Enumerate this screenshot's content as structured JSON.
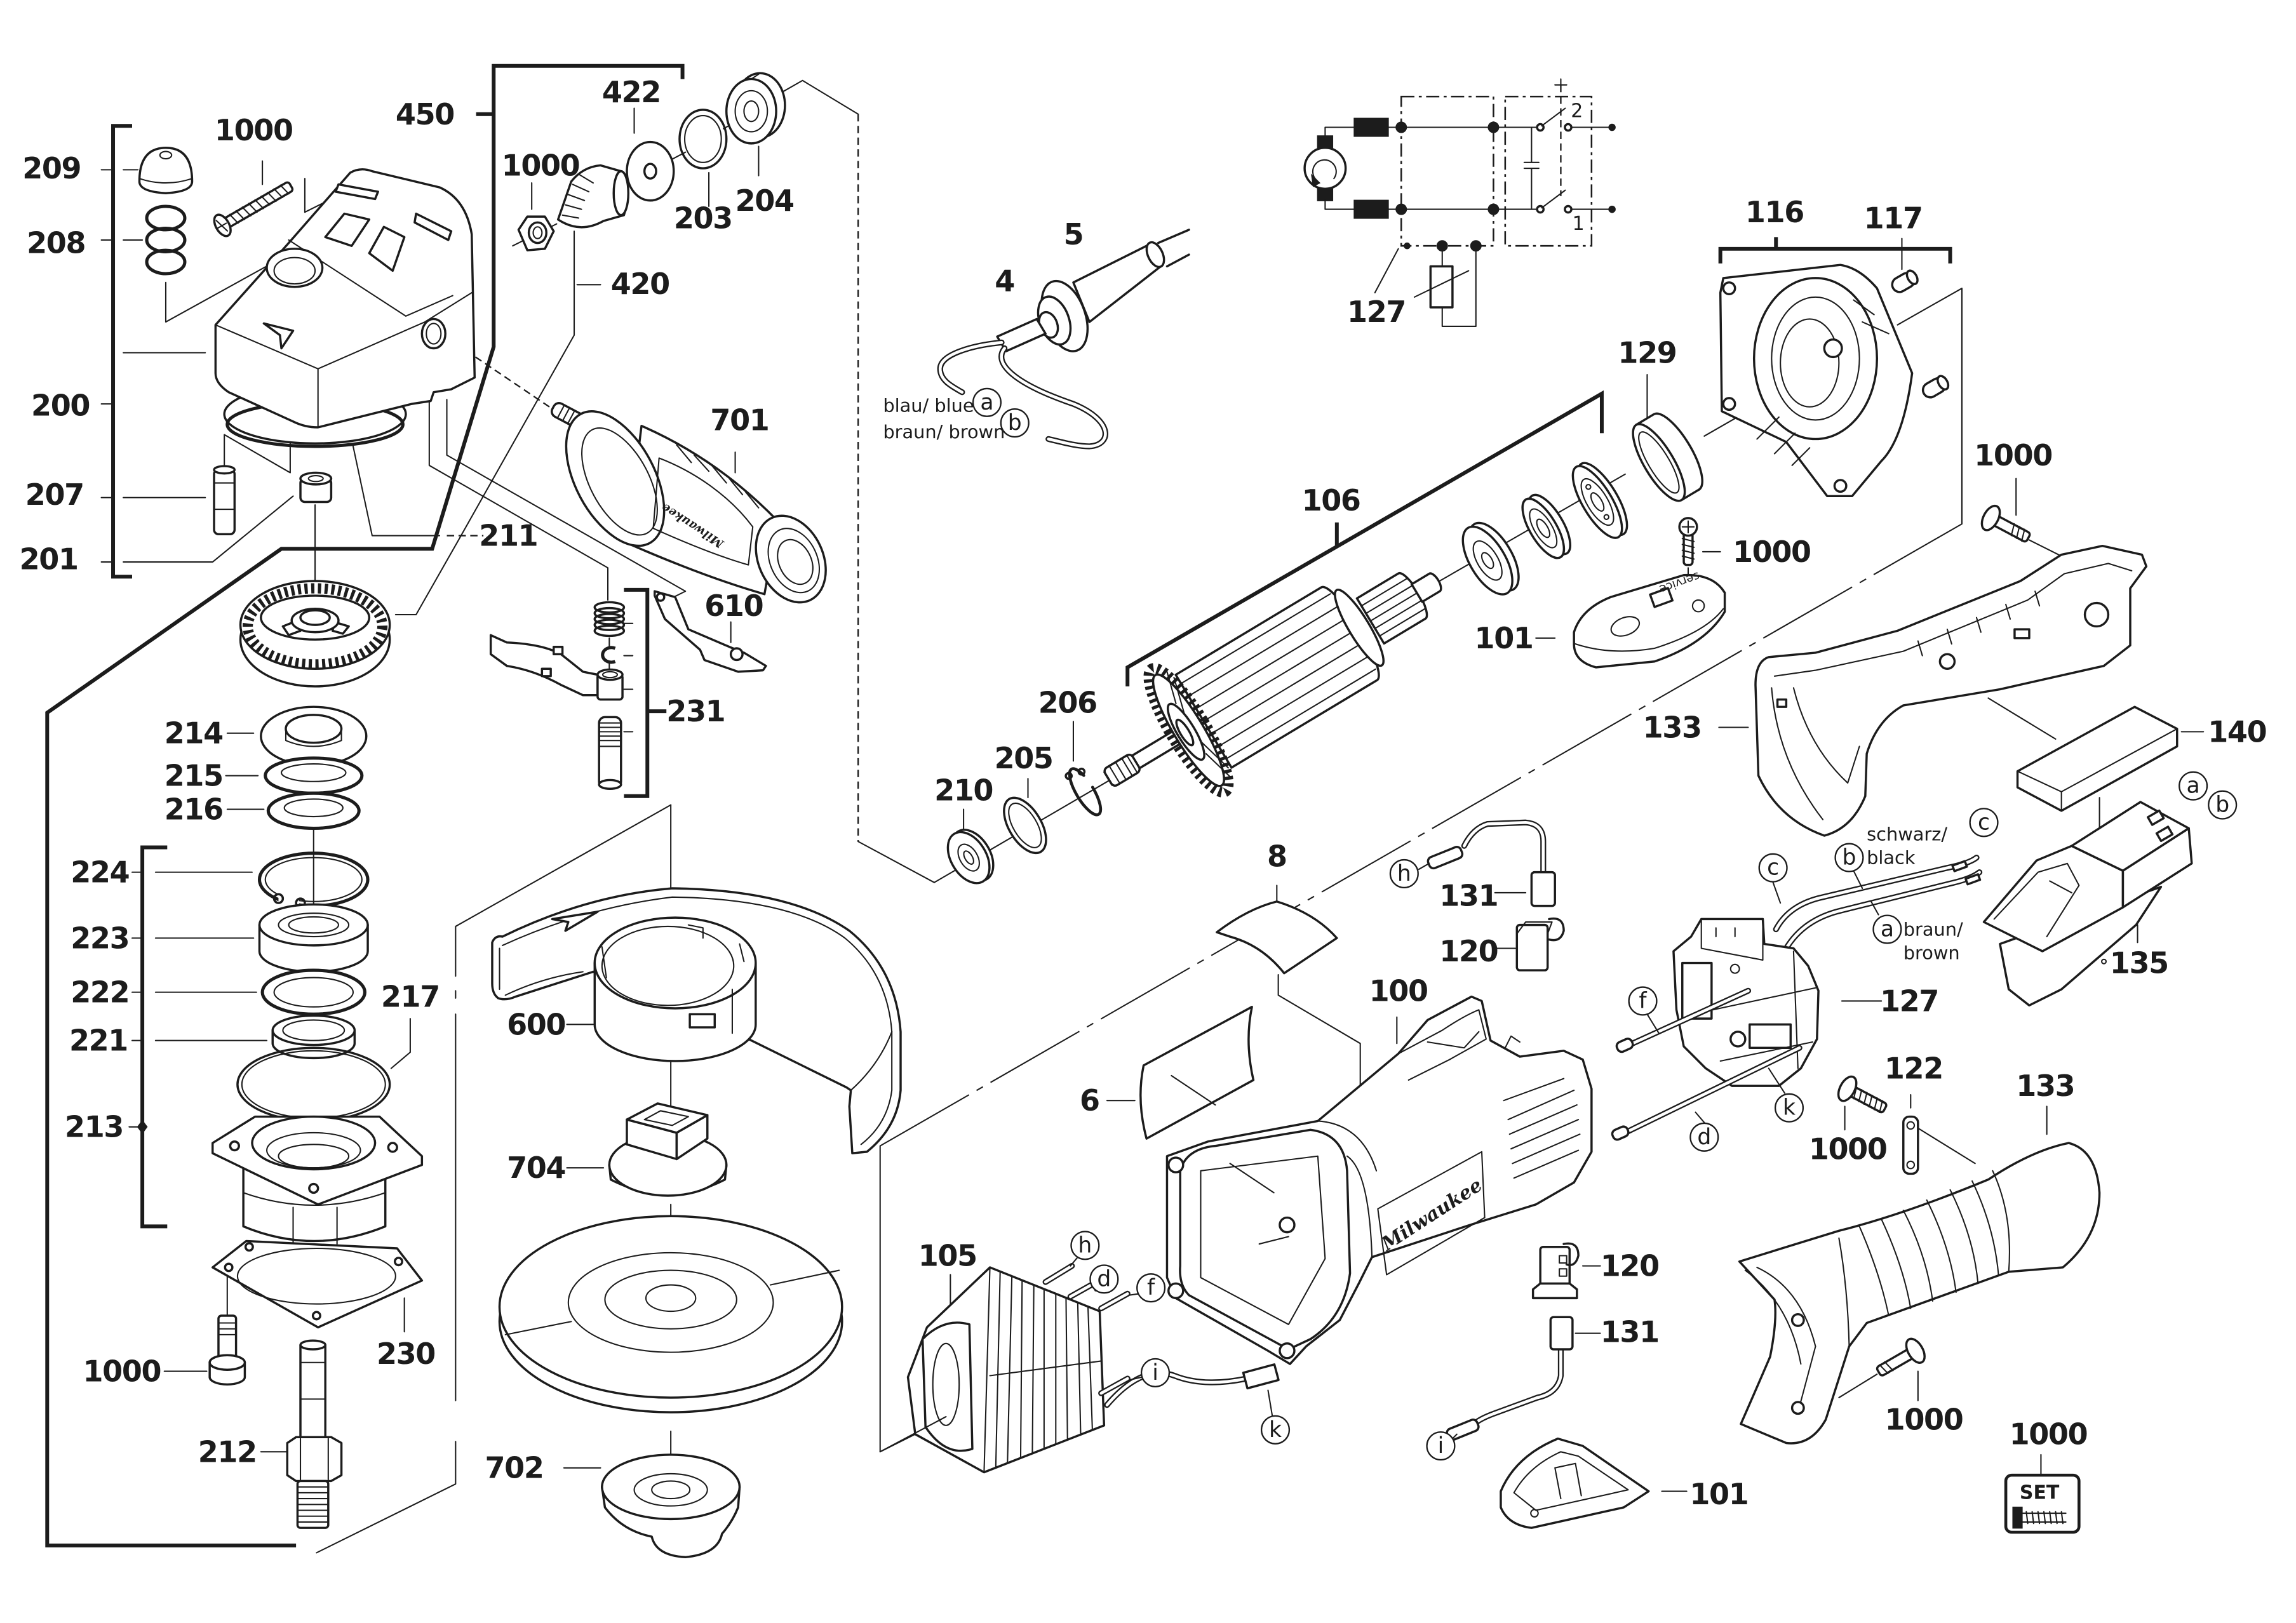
{
  "figure": {
    "brand_logo_housing": "Milwaukee",
    "brand_logo_side_handle": "Milwaukee",
    "service_cover_text": "service",
    "set_badge_text": "SET"
  },
  "callouts": [
    "209",
    "1000",
    "208",
    "200",
    "207",
    "201",
    "450",
    "422",
    "1000",
    "203",
    "204",
    "420",
    "701",
    "211",
    "610",
    "231",
    "214",
    "215",
    "216",
    "224",
    "223",
    "222",
    "221",
    "217",
    "213",
    "600",
    "704",
    "1000",
    "230",
    "212",
    "702",
    "4",
    "5",
    "127",
    "106",
    "129",
    "116",
    "117",
    "1000",
    "1000",
    "101",
    "133",
    "140",
    "206",
    "205",
    "210",
    "8",
    "131",
    "120",
    "100",
    "6",
    "127",
    "135",
    "1000",
    "122",
    "133",
    "105",
    "120",
    "131",
    "101",
    "1000",
    "1000"
  ],
  "connectors": [
    "a",
    "b",
    "h",
    "c",
    "b",
    "a",
    "c",
    "a",
    "b",
    "f",
    "k",
    "d",
    "h",
    "d",
    "f",
    "i",
    "k",
    "i"
  ],
  "wire_labels": {
    "cord_blue": "blau/ blue",
    "cord_brown": "braun/ brown",
    "switch_black_line1": "schwarz/",
    "switch_black_line2": "black",
    "switch_brown_line1": "braun/",
    "switch_brown_line2": "brown"
  },
  "circuit": {
    "switch_terminal_top": "2",
    "switch_terminal_bottom": "1"
  },
  "colors": {
    "line": "#1c1c1c",
    "background": "#ffffff"
  }
}
